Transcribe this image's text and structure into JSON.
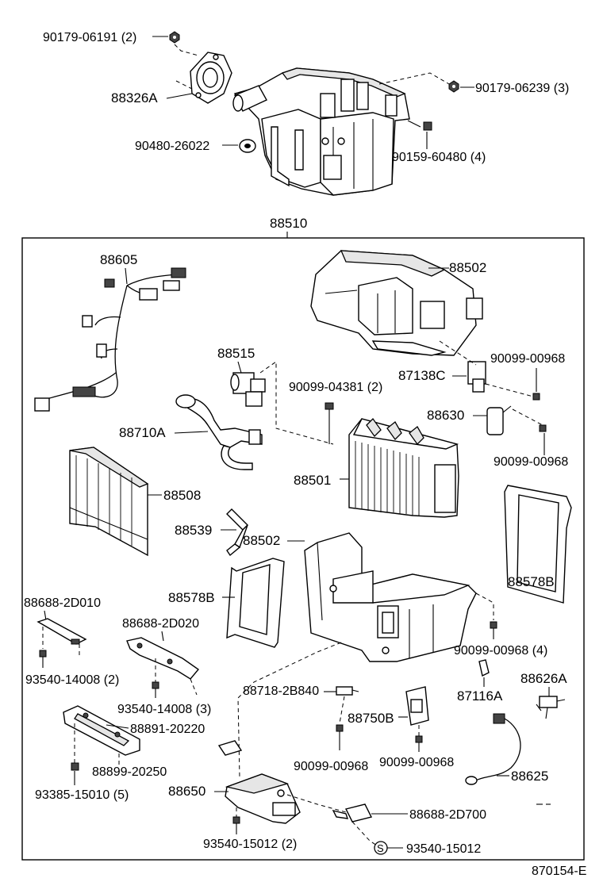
{
  "labels": {
    "p90179_06191": "90179-06191 (2)",
    "p88326A": "88326A",
    "p90480_26022": "90480-26022",
    "p90179_06239": "90179-06239 (3)",
    "p90159_60480": "90159-60480 (4)",
    "p88510": "88510",
    "p88605": "88605",
    "p88502_top": "88502",
    "p88515": "88515",
    "p90099_00968_a": "90099-00968",
    "p90099_04381": "90099-04381 (2)",
    "p87138C": "87138C",
    "p88710A": "88710A",
    "p88630": "88630",
    "p90099_00968_b": "90099-00968",
    "p88501": "88501",
    "p88508": "88508",
    "p88539": "88539",
    "p88502_bot": "88502",
    "p88578B_left": "88578B",
    "p88578B_right": "88578B",
    "p88688_2D010": "88688-2D010",
    "p88688_2D020": "88688-2D020",
    "p90099_00968_4": "90099-00968 (4)",
    "p93540_14008_2": "93540-14008 (2)",
    "p88718_2B840": "88718-2B840",
    "p87116A": "87116A",
    "p88626A": "88626A",
    "p93540_14008_3": "93540-14008 (3)",
    "p88891_20220": "88891-20220",
    "p88750B": "88750B",
    "p88899_20250": "88899-20250",
    "p90099_00968_c": "90099-00968",
    "p90099_00968_d": "90099-00968",
    "p88625": "88625",
    "p93385_15010": "93385-15010 (5)",
    "p88650": "88650",
    "p88688_2D700": "88688-2D700",
    "p93540_15012_2": "93540-15012 (2)",
    "p93540_15012": "93540-15012",
    "s_symbol": "S",
    "p870154": "870154-E"
  }
}
